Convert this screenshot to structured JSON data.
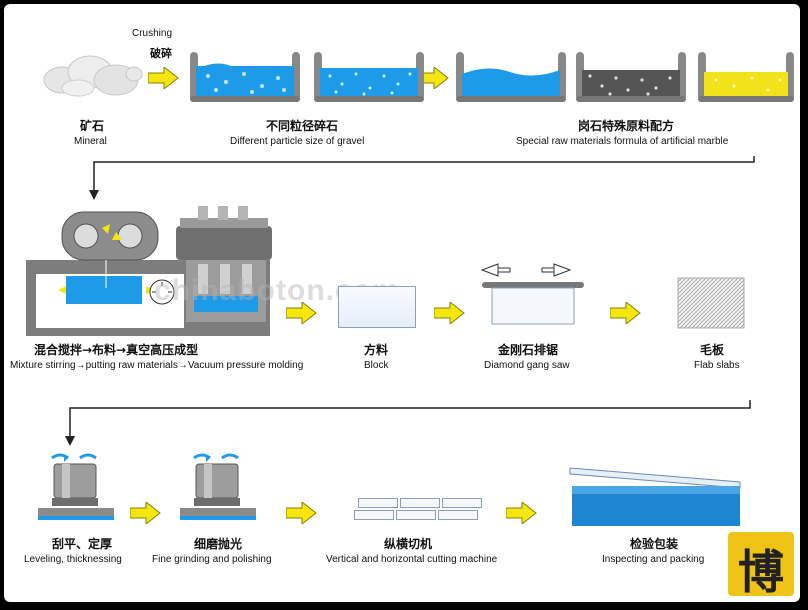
{
  "top_row": {
    "crushing_en": "Crushing",
    "crushing_zh": "破碎",
    "mineral_zh": "矿石",
    "mineral_en": "Mineral",
    "gravel_zh": "不同粒径碎石",
    "gravel_en": "Different particle size of gravel",
    "formula_zh": "岗石特殊原料配方",
    "formula_en": "Special raw materials formula of artificial marble"
  },
  "middle_row": {
    "mixing_zh": "混合搅拌→布料→真空高压成型",
    "mixing_en": "Mixture stirring→putting raw materials→Vacuum pressure molding",
    "block_zh": "方料",
    "block_en": "Block",
    "saw_zh": "金刚石排锯",
    "saw_en": "Diamond gang saw",
    "slabs_zh": "毛板",
    "slabs_en": "Flab slabs"
  },
  "bottom_row": {
    "leveling_zh": "刮平、定厚",
    "leveling_en": "Leveling, thicknessing",
    "polish_zh": "细磨抛光",
    "polish_en": "Fine grinding and polishing",
    "cutting_zh": "纵横切机",
    "cutting_en": "Vertical and horizontal cutting machine",
    "packing_zh": "检验包装",
    "packing_en": "Inspecting and packing"
  },
  "watermark": "chinaboton.com",
  "logo_text": "博",
  "colors": {
    "arrow_yellow": "#f5e60f",
    "water_blue": "#1e9be8",
    "gravel_gray": "#555555",
    "powder_yellow": "#f1e21a",
    "machine_gray": "#8e8e8e"
  }
}
